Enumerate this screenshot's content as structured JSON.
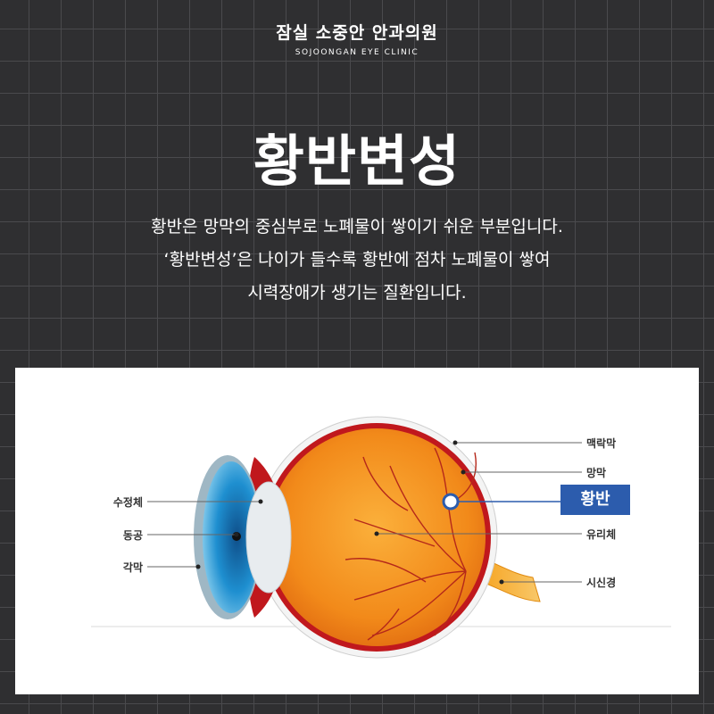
{
  "brand": {
    "name": "잠실 소중안 안과의원",
    "sub": "SOJOONGAN EYE CLINIC"
  },
  "title": "황반변성",
  "description": [
    "황반은 망막의 중심부로  노폐물이 쌓이기 쉬운 부분입니다.",
    "‘황반변성’은  나이가 들수록 황반에 점차 노폐물이 쌓여",
    "시력장애가 생기는 질환입니다."
  ],
  "diagram": {
    "labels_left": [
      "수정체",
      "동공",
      "각막"
    ],
    "labels_right": [
      "맥락막",
      "망막",
      "황반",
      "유리체",
      "시신경"
    ],
    "highlight": "황반",
    "colors": {
      "badge": "#2c5cad",
      "eyeball": "#f28a1a",
      "sclera_rim": "#c0181d",
      "iris": "#1e8fd0"
    }
  }
}
